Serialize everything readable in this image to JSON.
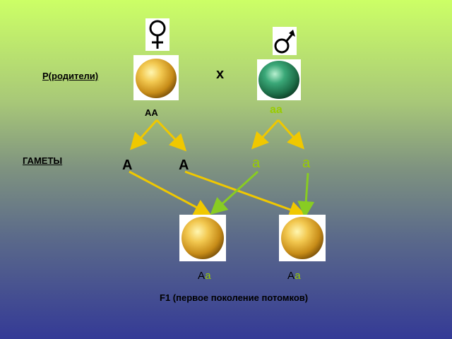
{
  "parents_label": "Р(родители)",
  "cross_symbol": "х",
  "female_genotype": "АА",
  "male_genotype": "аа",
  "gametes_label": "ГАМЕТЫ",
  "gametes": [
    {
      "letter": "А",
      "kind": "dominant"
    },
    {
      "letter": "А",
      "kind": "dominant"
    },
    {
      "letter": "а",
      "kind": "recessive"
    },
    {
      "letter": "а",
      "kind": "recessive"
    }
  ],
  "offspring": [
    {
      "dominant": "А",
      "recessive": "а"
    },
    {
      "dominant": "А",
      "recessive": "а"
    }
  ],
  "f1_label": "F1 (первое поколение потомков)",
  "colors": {
    "arrow_yellow": "#f0c800",
    "arrow_green": "#88cc22",
    "recessive_letter": "#99cc00",
    "yellow_pea": "#e8b830",
    "green_pea": "#2a8a5a"
  }
}
